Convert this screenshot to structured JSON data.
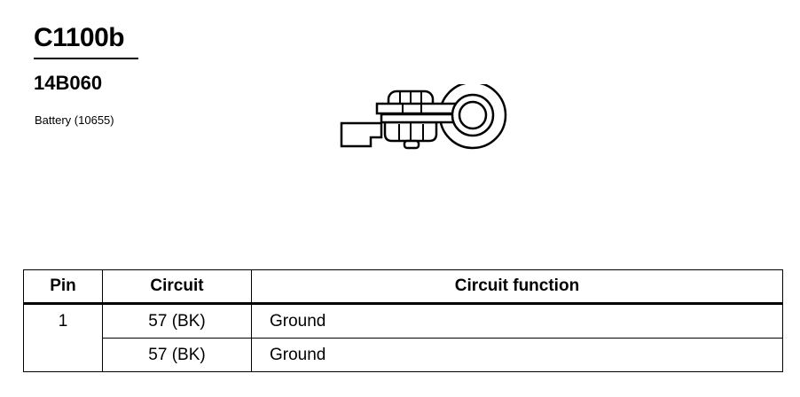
{
  "header": {
    "connector_id": "C1100b",
    "part_number": "14B060",
    "component": "Battery (10655)"
  },
  "pin_table": {
    "columns": [
      "Pin",
      "Circuit",
      "Circuit function"
    ],
    "rows": [
      {
        "pin": "1",
        "circuit": "57 (BK)",
        "function": "Ground"
      },
      {
        "pin": "",
        "circuit": "57 (BK)",
        "function": "Ground"
      }
    ]
  }
}
